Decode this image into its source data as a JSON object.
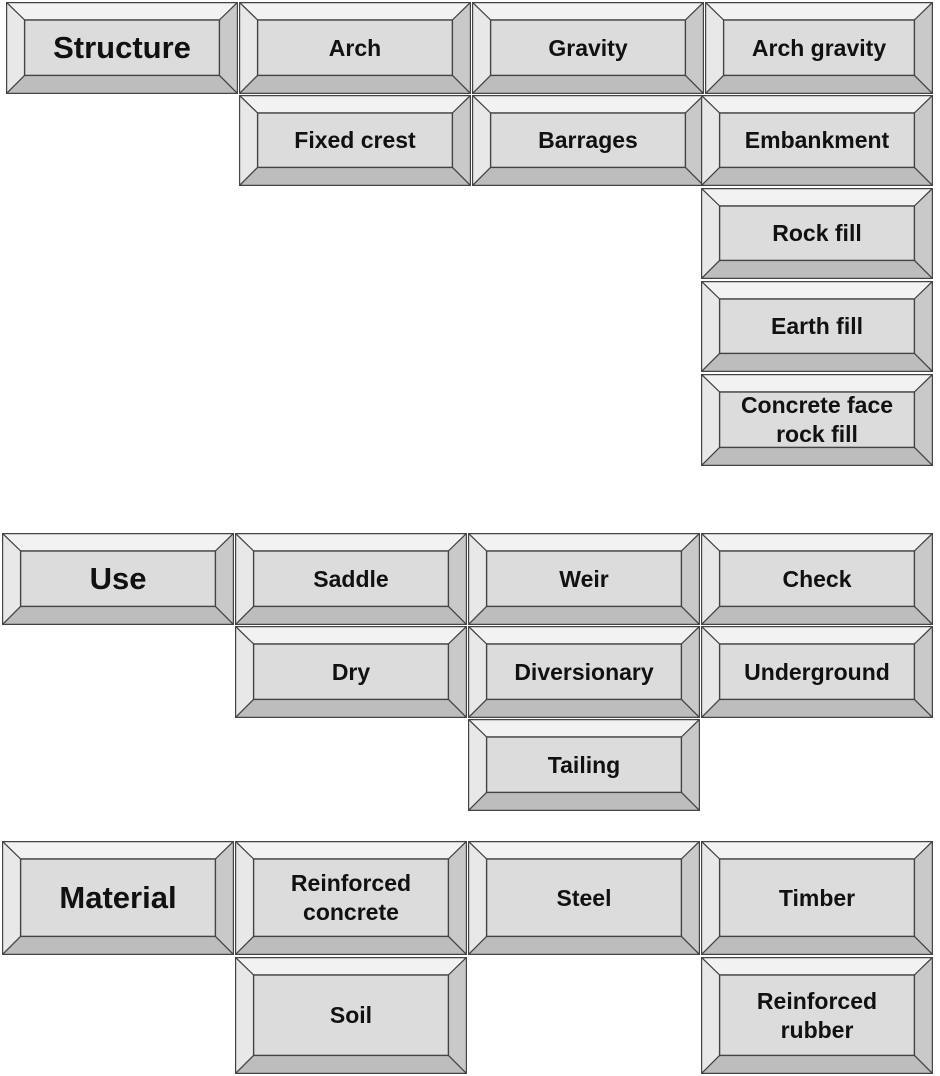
{
  "colors": {
    "face": "#dcdcdc",
    "bevel_top": "#f2f2f2",
    "bevel_left": "#e8e8e8",
    "bevel_right": "#c9c9c9",
    "bevel_bottom": "#bdbdbd",
    "outline": "#444444",
    "text": "#111111"
  },
  "groups": [
    {
      "id": "structure",
      "title": "Structure",
      "items": [
        "Arch",
        "Gravity",
        "Arch gravity",
        "Fixed crest",
        "Barrages",
        "Embankment",
        "Rock fill",
        "Earth fill",
        "Concrete face\nrock fill"
      ]
    },
    {
      "id": "use",
      "title": "Use",
      "items": [
        "Saddle",
        "Weir",
        "Check",
        "Dry",
        "Diversionary",
        "Underground",
        "Tailing"
      ]
    },
    {
      "id": "material",
      "title": "Material",
      "items": [
        "Reinforced\nconcrete",
        "Steel",
        "Timber",
        "Soil",
        "Reinforced\nrubber"
      ]
    }
  ]
}
